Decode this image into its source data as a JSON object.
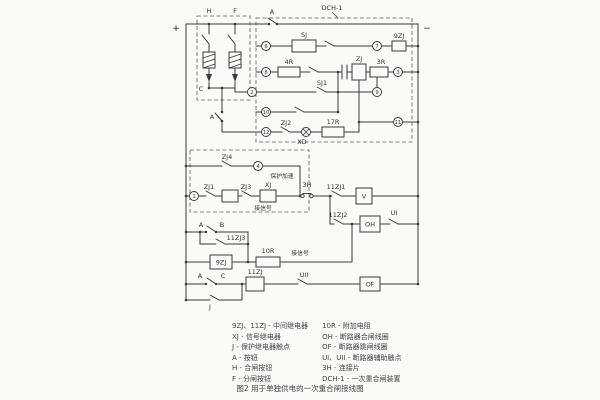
{
  "rails": {
    "plus": "+",
    "minus": "−"
  },
  "top": {
    "h": "H",
    "f": "F",
    "a": "A",
    "c": "C",
    "a_btn": "A",
    "dch": "DCH-1"
  },
  "dch": {
    "sj": "SJ",
    "r4": "4R",
    "zj": "ZJ",
    "r3": "3R",
    "sj1": "SJ1",
    "zj2": "ZJ2",
    "xd": "XD",
    "r17": "17R",
    "zj9": "9ZJ",
    "t2": "2",
    "t3": "3",
    "t6": "6",
    "t7": "7",
    "t8": "8",
    "t9": "9",
    "t10": "10",
    "t11": "11",
    "t12": "12"
  },
  "mid": {
    "zj4": "ZJ4",
    "t4": "4",
    "t1": "1",
    "accel": "保护加速",
    "zj1": "ZJ1",
    "zj3": "ZJ3",
    "xj": "XJ",
    "signal": "接信号",
    "h3": "3H",
    "zj11_1": "11ZJ1",
    "v": "V",
    "zj11_2": "11ZJ2",
    "oh": "OH",
    "ui": "UI"
  },
  "low": {
    "a": "A",
    "b": "B",
    "zj11_3": "11ZJ3",
    "zj9": "9ZJ",
    "r10": "10R",
    "signal": "接信号",
    "zj11": "11ZJ",
    "uii": "UII",
    "of": "OF",
    "a2": "A",
    "c": "C",
    "j": "J"
  },
  "legend": {
    "left": [
      "9ZJ、11ZJ - 中间继电器",
      "XJ - 信号继电器",
      "J - 保护继电器触点",
      "A - 按钮",
      "H - 合闸按钮",
      "F - 分闸按钮"
    ],
    "right": [
      "10R - 附加电阻",
      "OH - 断路器合闸线圈",
      "OF - 断路器跳闸线圈",
      "UI、UII - 断路器辅助触点",
      "3H - 连接片",
      "DCH-1 - 一次重合闸装置"
    ]
  },
  "caption": "图2  用于单独供电的一次重合闸接线图"
}
